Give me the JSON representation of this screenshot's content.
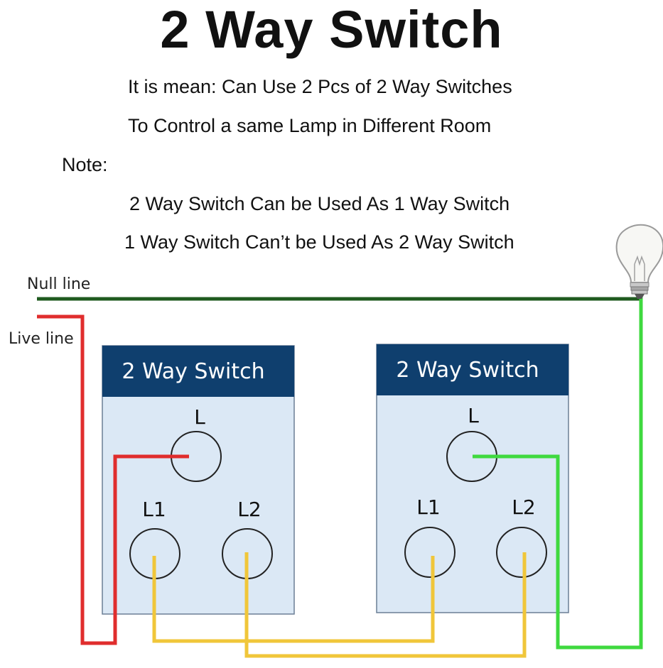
{
  "title": "2 Way Switch",
  "description": {
    "line1": "It is mean: Can Use 2 Pcs of 2 Way Switches",
    "line2": "To Control a same Lamp in Different Room"
  },
  "note": {
    "label": "Note:",
    "line1": "2 Way Switch Can be Used As 1 Way Switch",
    "line2": "1 Way Switch Can’t be Used As 2 Way Switch"
  },
  "wires": {
    "null_label": "Null line",
    "live_label": "Live line"
  },
  "switches": [
    {
      "header": "2 Way Switch",
      "terminals": {
        "common": "L",
        "t1": "L1",
        "t2": "L2"
      }
    },
    {
      "header": "2 Way Switch",
      "terminals": {
        "common": "L",
        "t1": "L1",
        "t2": "L2"
      }
    }
  ],
  "colors": {
    "null_wire": "#1f5a1f",
    "live_wire": "#e02d2d",
    "traveler_wire": "#f0c63a",
    "switched_wire": "#3fd93f",
    "box_header": "#0f3f6e",
    "box_body": "#dbe8f5"
  },
  "icons": {
    "lamp": "light-bulb-icon"
  }
}
